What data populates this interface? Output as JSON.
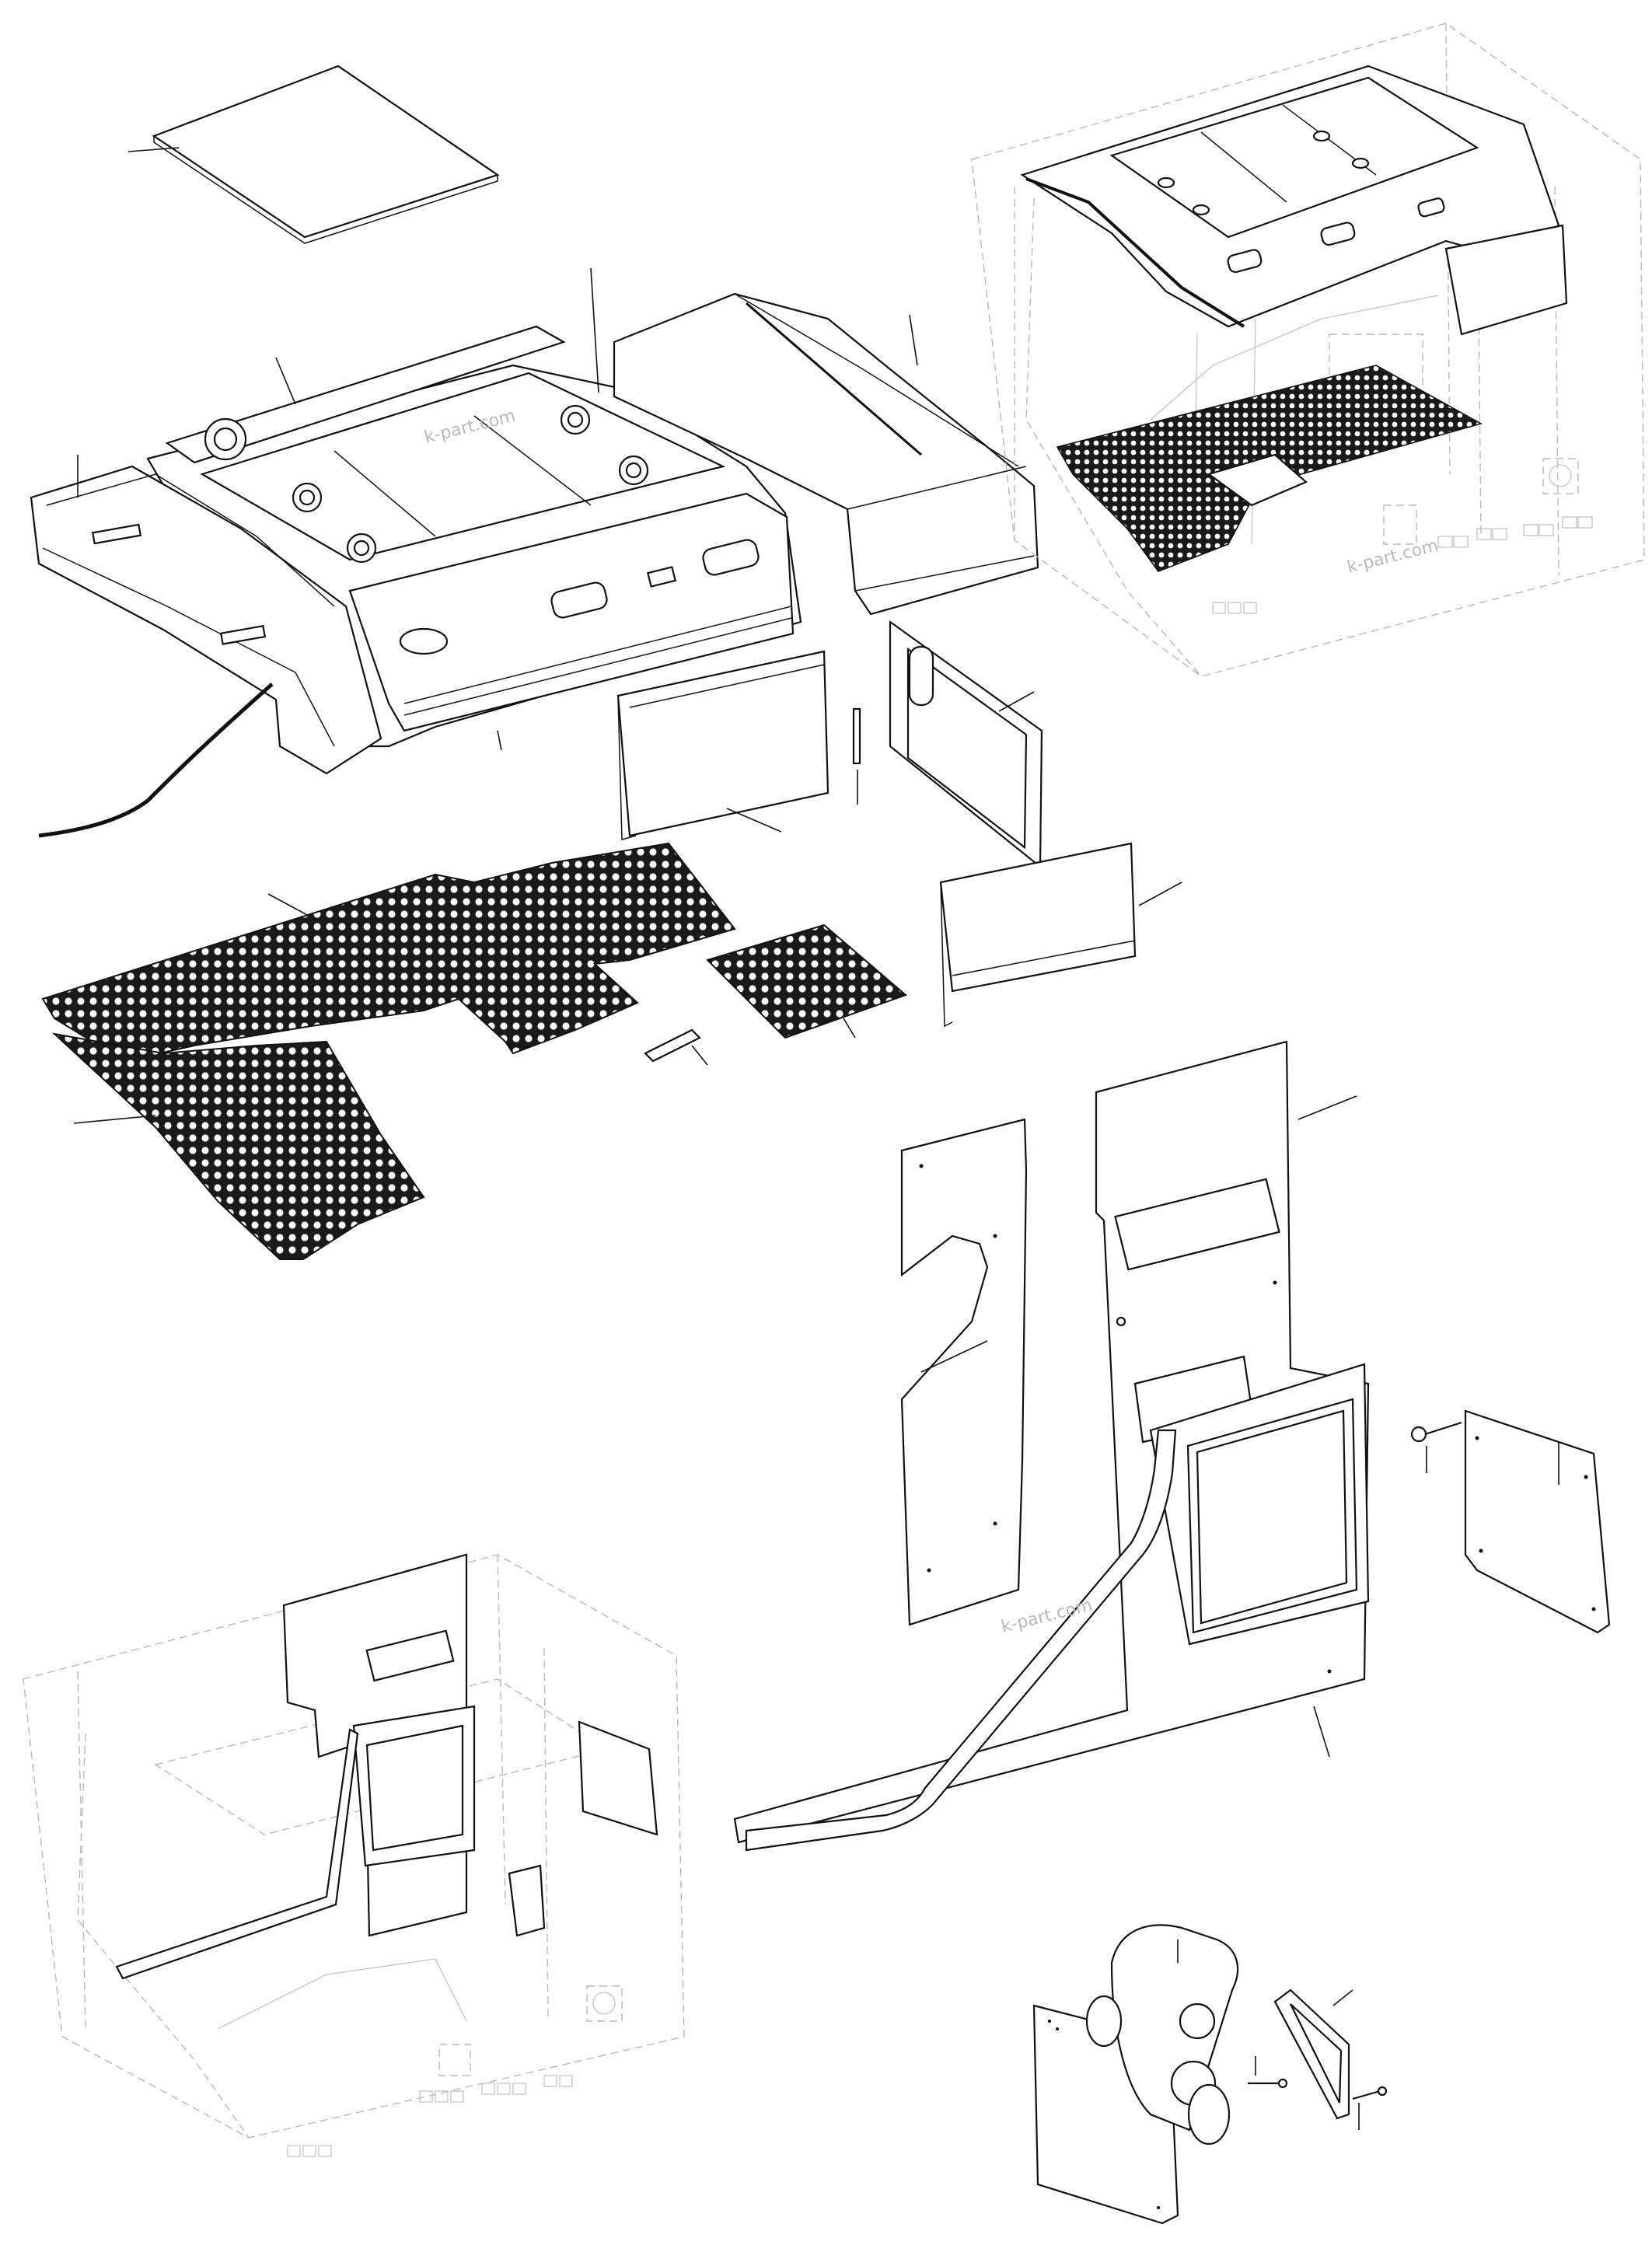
{
  "watermarks": [
    "k-part.com",
    "k-part.com",
    "k-part.com"
  ],
  "colors": {
    "line": "#111111",
    "ghost": "#b8b8b8",
    "background": "#ffffff",
    "mat": "#1a1a1a"
  }
}
